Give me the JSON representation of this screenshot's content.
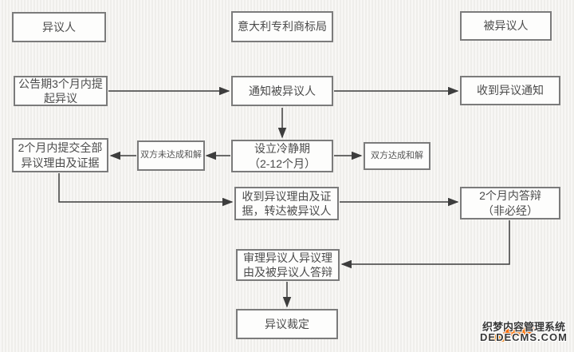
{
  "colors": {
    "background": "#f3f2ef",
    "box_fill": "#fdfdfc",
    "box_border": "#7b7b7b",
    "text": "#4b4b4b",
    "arrow": "#3d3d3d",
    "watermark_text": "#383838",
    "watermark_accent": "#f06000"
  },
  "nodes": {
    "opponent_header": "异议人",
    "office_header": "意大利专利商标局",
    "opposed_header": "被异议人",
    "file_opposition": "公告期3个月内提\n起异议",
    "notify_opposed": "通知被异议人",
    "receive_notice": "收到异议通知",
    "submit_grounds": "2个月内提交全部\n异议理由及证据",
    "no_settlement": "双方未达成和解",
    "cooling_off": "设立冷静期\n（2-12个月）",
    "settlement": "双方达成和解",
    "forward_grounds": "收到异议理由及证\n据，转达被异议人",
    "reply": "2个月内答辩\n（非必经）",
    "examine": "审理异议人异议理\n由及被异议人答辩",
    "ruling": "异议裁定"
  },
  "watermark": {
    "line1": "织梦内容管理系统",
    "line2": "DEDECMS.COM"
  }
}
